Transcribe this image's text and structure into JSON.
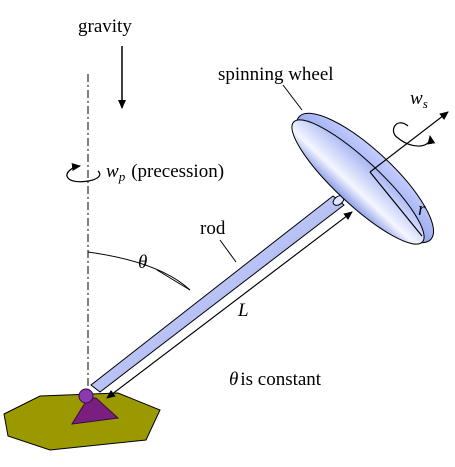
{
  "labels": {
    "gravity": "gravity",
    "precession_symbol": "w",
    "precession_subscript": "p",
    "precession_text": "(precession)",
    "spin_symbol": "w",
    "spin_subscript": "s",
    "wheel": "spinning wheel",
    "rod": "rod",
    "radius": "r",
    "angle": "θ",
    "length": "L",
    "constant_symbol": "θ",
    "constant_text": "is constant"
  },
  "colors": {
    "ground": "#9a9a00",
    "pivot_cone": "#7a1f80",
    "pivot_ball": "#8a3ab0",
    "rod_light": "#e6eaff",
    "rod_dark": "#8090e0",
    "wheel_light": "#f4f6ff",
    "wheel_dark": "#98a8f0"
  }
}
